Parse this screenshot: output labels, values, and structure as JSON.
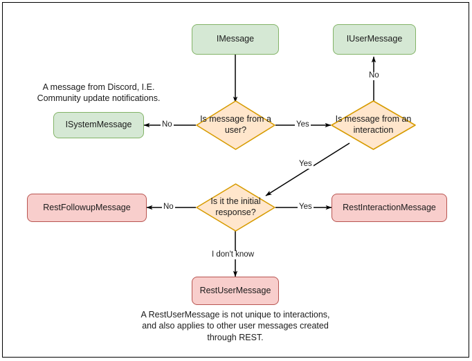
{
  "diagram": {
    "title_text": "",
    "colors": {
      "green_fill": "#d5e8d4",
      "green_stroke": "#82b366",
      "red_fill": "#f8cecc",
      "red_stroke": "#b85450",
      "diamond_fill": "#ffe6cc",
      "diamond_stroke": "#d79b00",
      "edge_stroke": "#000000",
      "text": "#1a1a1a",
      "frame_stroke": "#000000",
      "background": "#ffffff"
    },
    "nodes": {
      "imessage": "IMessage",
      "iusermessage": "IUserMessage",
      "isystemmessage": "ISystemMessage",
      "restfollowupmessage": "RestFollowupMessage",
      "restinteractionmessage": "RestInteractionMessage",
      "restusermessage": "RestUserMessage",
      "decision_user": "Is message from a user?",
      "decision_interaction": "Is message from an interaction",
      "decision_initial": "Is it the initial response?"
    },
    "edge_labels": {
      "user_no": "No",
      "user_yes": "Yes",
      "interaction_no": "No",
      "interaction_yes": "Yes",
      "initial_no": "No",
      "initial_yes": "Yes",
      "initial_unknown": "I don't know"
    },
    "notes": {
      "system_note_line1": "A message from Discord, I.E.",
      "system_note_line2": "Community update notifications.",
      "rest_note_line1": "A RestUserMessage is not unique to interactions,",
      "rest_note_line2": "and also applies to other user messages created",
      "rest_note_line3": "through REST."
    }
  }
}
